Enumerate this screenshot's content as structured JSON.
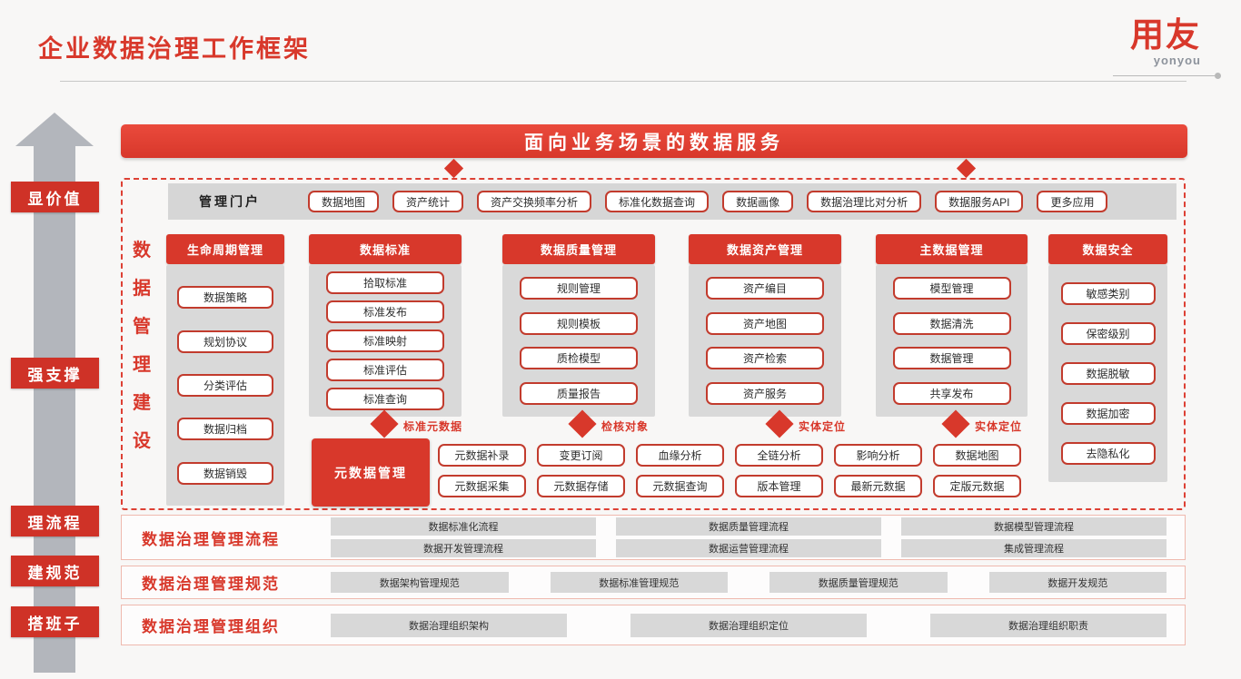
{
  "header": {
    "title": "企业数据治理工作框架",
    "logo": "用友",
    "logo_sub": "yonyou"
  },
  "left_arrow": {
    "labels": [
      "显价值",
      "强支撑",
      "理流程",
      "建规范",
      "搭班子"
    ]
  },
  "banner": {
    "title": "面向业务场景的数据服务"
  },
  "portal": {
    "label": "管理门户",
    "items": [
      "数据地图",
      "资产统计",
      "资产交换频率分析",
      "标准化数据查询",
      "数据画像",
      "数据治理比对分析",
      "数据服务API",
      "更多应用"
    ]
  },
  "vertical_label": {
    "chars": [
      "数",
      "据",
      "管",
      "理",
      "建",
      "设"
    ]
  },
  "columns": [
    {
      "title": "生命周期管理",
      "items": [
        "数据策略",
        "规划协议",
        "分类评估",
        "数据归档",
        "数据销毁"
      ]
    },
    {
      "title": "数据标准",
      "items": [
        "拾取标准",
        "标准发布",
        "标准映射",
        "标准评估",
        "标准查询"
      ]
    },
    {
      "title": "数据质量管理",
      "items": [
        "规则管理",
        "规则模板",
        "质检模型",
        "质量报告"
      ]
    },
    {
      "title": "数据资产管理",
      "items": [
        "资产编目",
        "资产地图",
        "资产检索",
        "资产服务"
      ]
    },
    {
      "title": "主数据管理",
      "items": [
        "模型管理",
        "数据清洗",
        "数据管理",
        "共享发布"
      ]
    },
    {
      "title": "数据安全",
      "items": [
        "敏感类别",
        "保密级别",
        "数据脱敏",
        "数据加密",
        "去隐私化"
      ]
    }
  ],
  "diamonds": {
    "labels": [
      "标准元数据",
      "检核对象",
      "实体定位",
      "实体定位"
    ]
  },
  "metadata": {
    "title": "元数据管理",
    "row1": [
      "元数据补录",
      "变更订阅",
      "血缘分析",
      "全链分析",
      "影响分析",
      "数据地图"
    ],
    "row2": [
      "元数据采集",
      "元数据存储",
      "元数据查询",
      "版本管理",
      "最新元数据",
      "定版元数据"
    ]
  },
  "bottom_rows": [
    {
      "label": "数据治理管理流程",
      "groups": [
        [
          "数据标准化流程",
          "数据开发管理流程"
        ],
        [
          "数据质量管理流程",
          "数据运营管理流程"
        ],
        [
          "数据模型管理流程",
          "集成管理流程"
        ]
      ]
    },
    {
      "label": "数据治理管理规范",
      "items": [
        "数据架构管理规范",
        "数据标准管理规范",
        "数据质量管理规范",
        "数据开发规范"
      ]
    },
    {
      "label": "数据治理管理组织",
      "items": [
        "数据治理组织架构",
        "数据治理组织定位",
        "数据治理组织职责"
      ]
    }
  ],
  "colors": {
    "accent_red": "#d8382b",
    "panel_gray": "#d9d9d9",
    "arrow_gray": "#b3b6bc"
  }
}
